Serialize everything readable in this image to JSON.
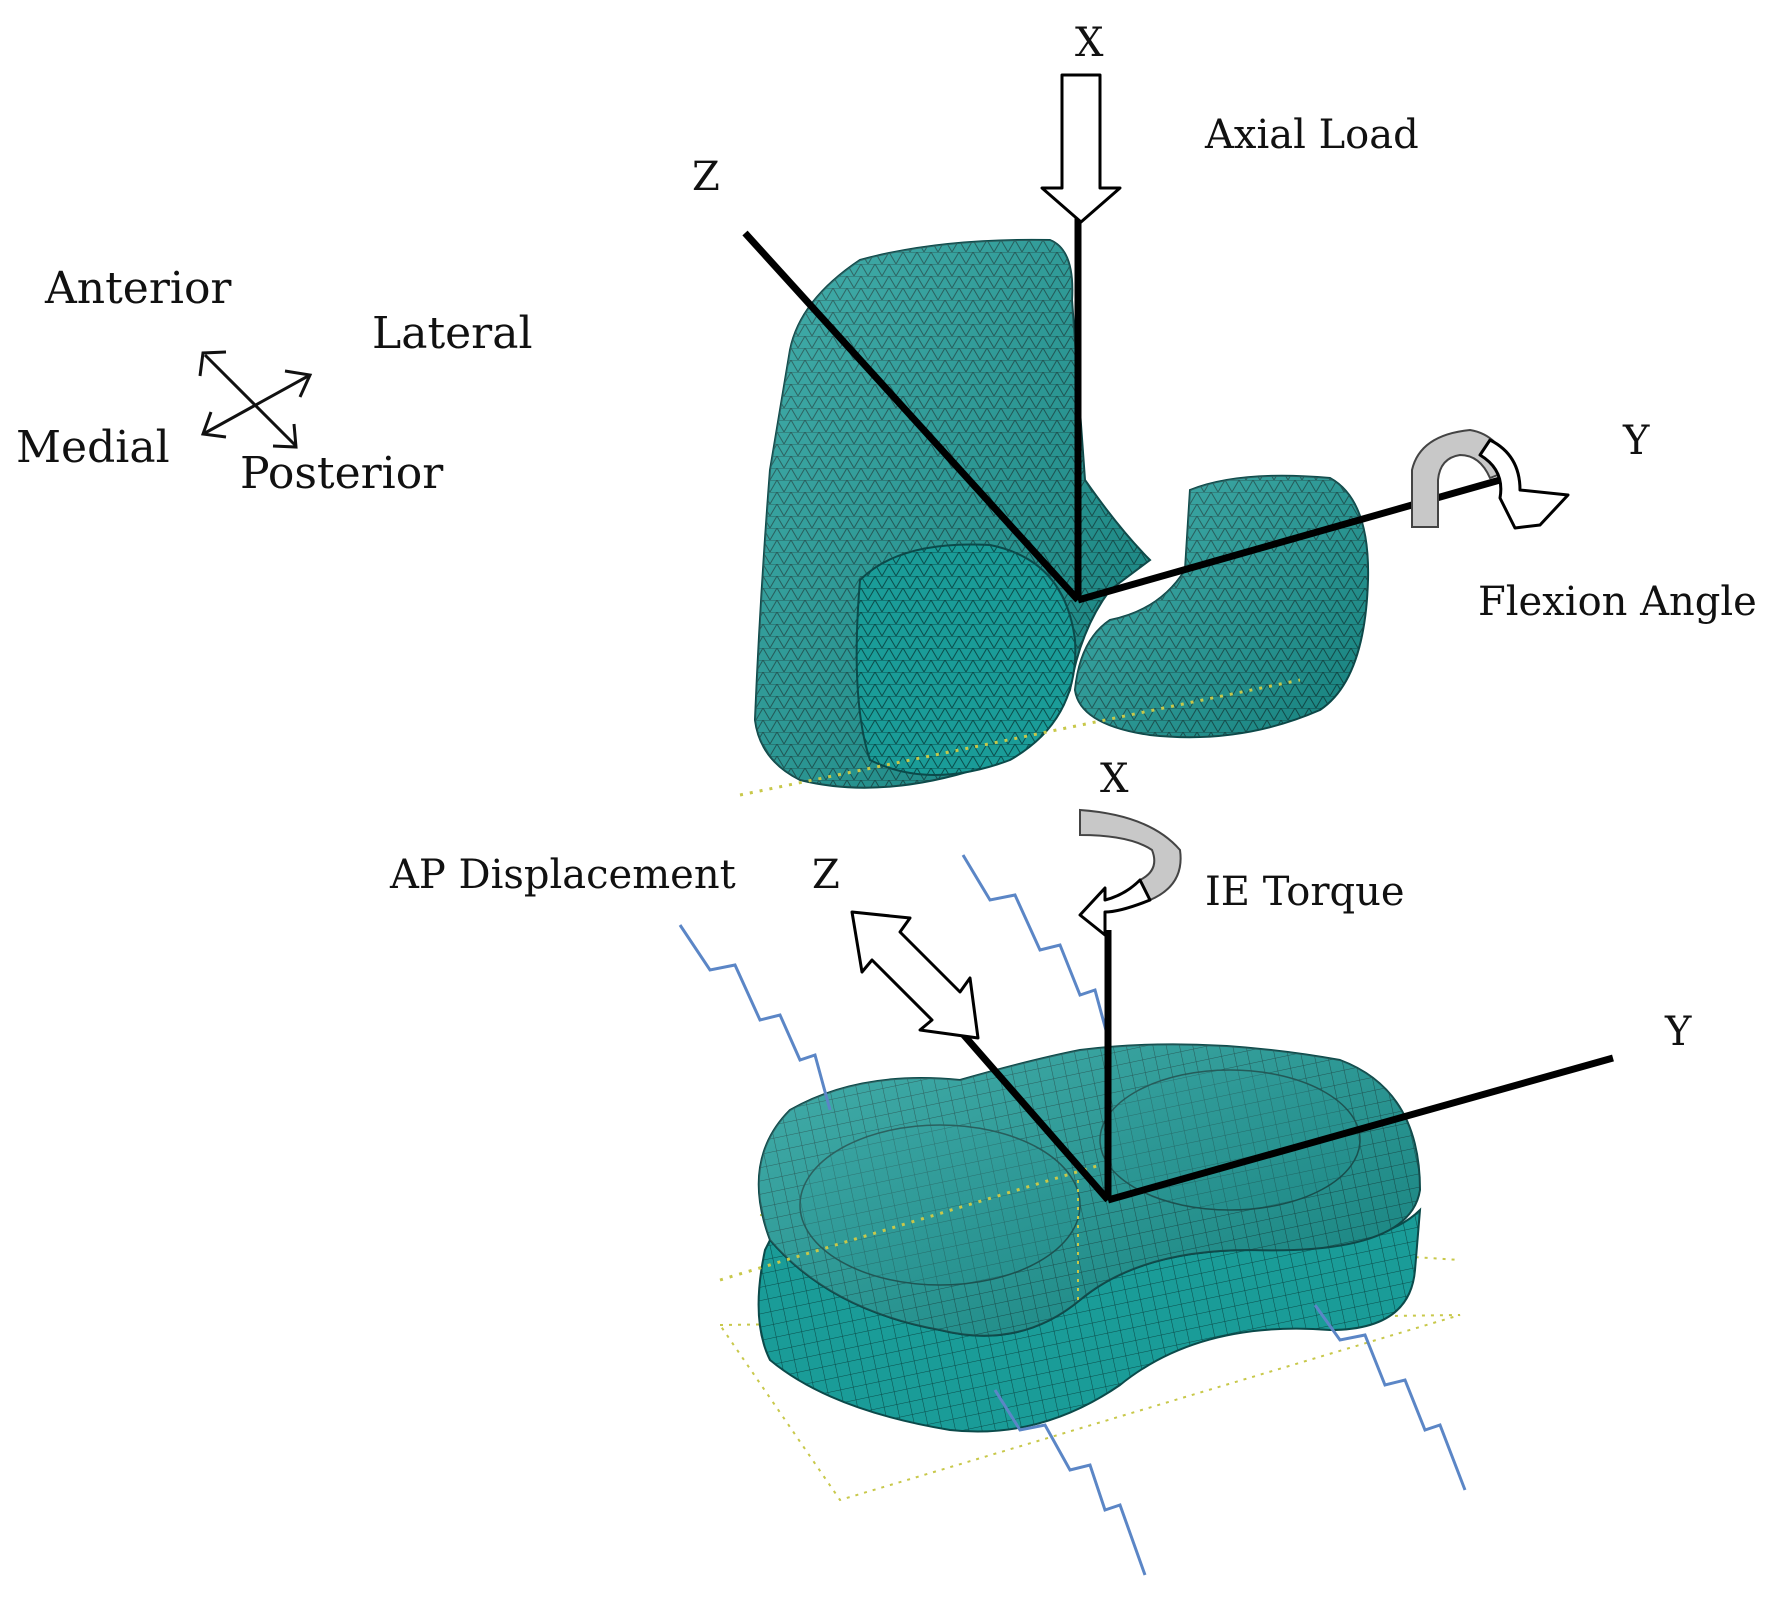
{
  "labels": {
    "anterior": "Anterior",
    "lateral": "Lateral",
    "medial": "Medial",
    "posterior": "Posterior",
    "axial_load": "Axial Load",
    "flexion_angle": "Flexion Angle",
    "ap_displacement": "AP Displacement",
    "ie_torque": "IE Torque",
    "femoral_x": "X",
    "femoral_y": "Y",
    "femoral_z": "Z",
    "tibial_x": "X",
    "tibial_y": "Y",
    "tibial_z": "Z"
  },
  "colors": {
    "mesh_fill": "#1a9c98",
    "mesh_line": "#0b4d4b",
    "axis": "#000000",
    "spring": "#5b86c6",
    "guide_dotted": "#c8c84a",
    "rotation_arrow": "#c8c8c8"
  }
}
